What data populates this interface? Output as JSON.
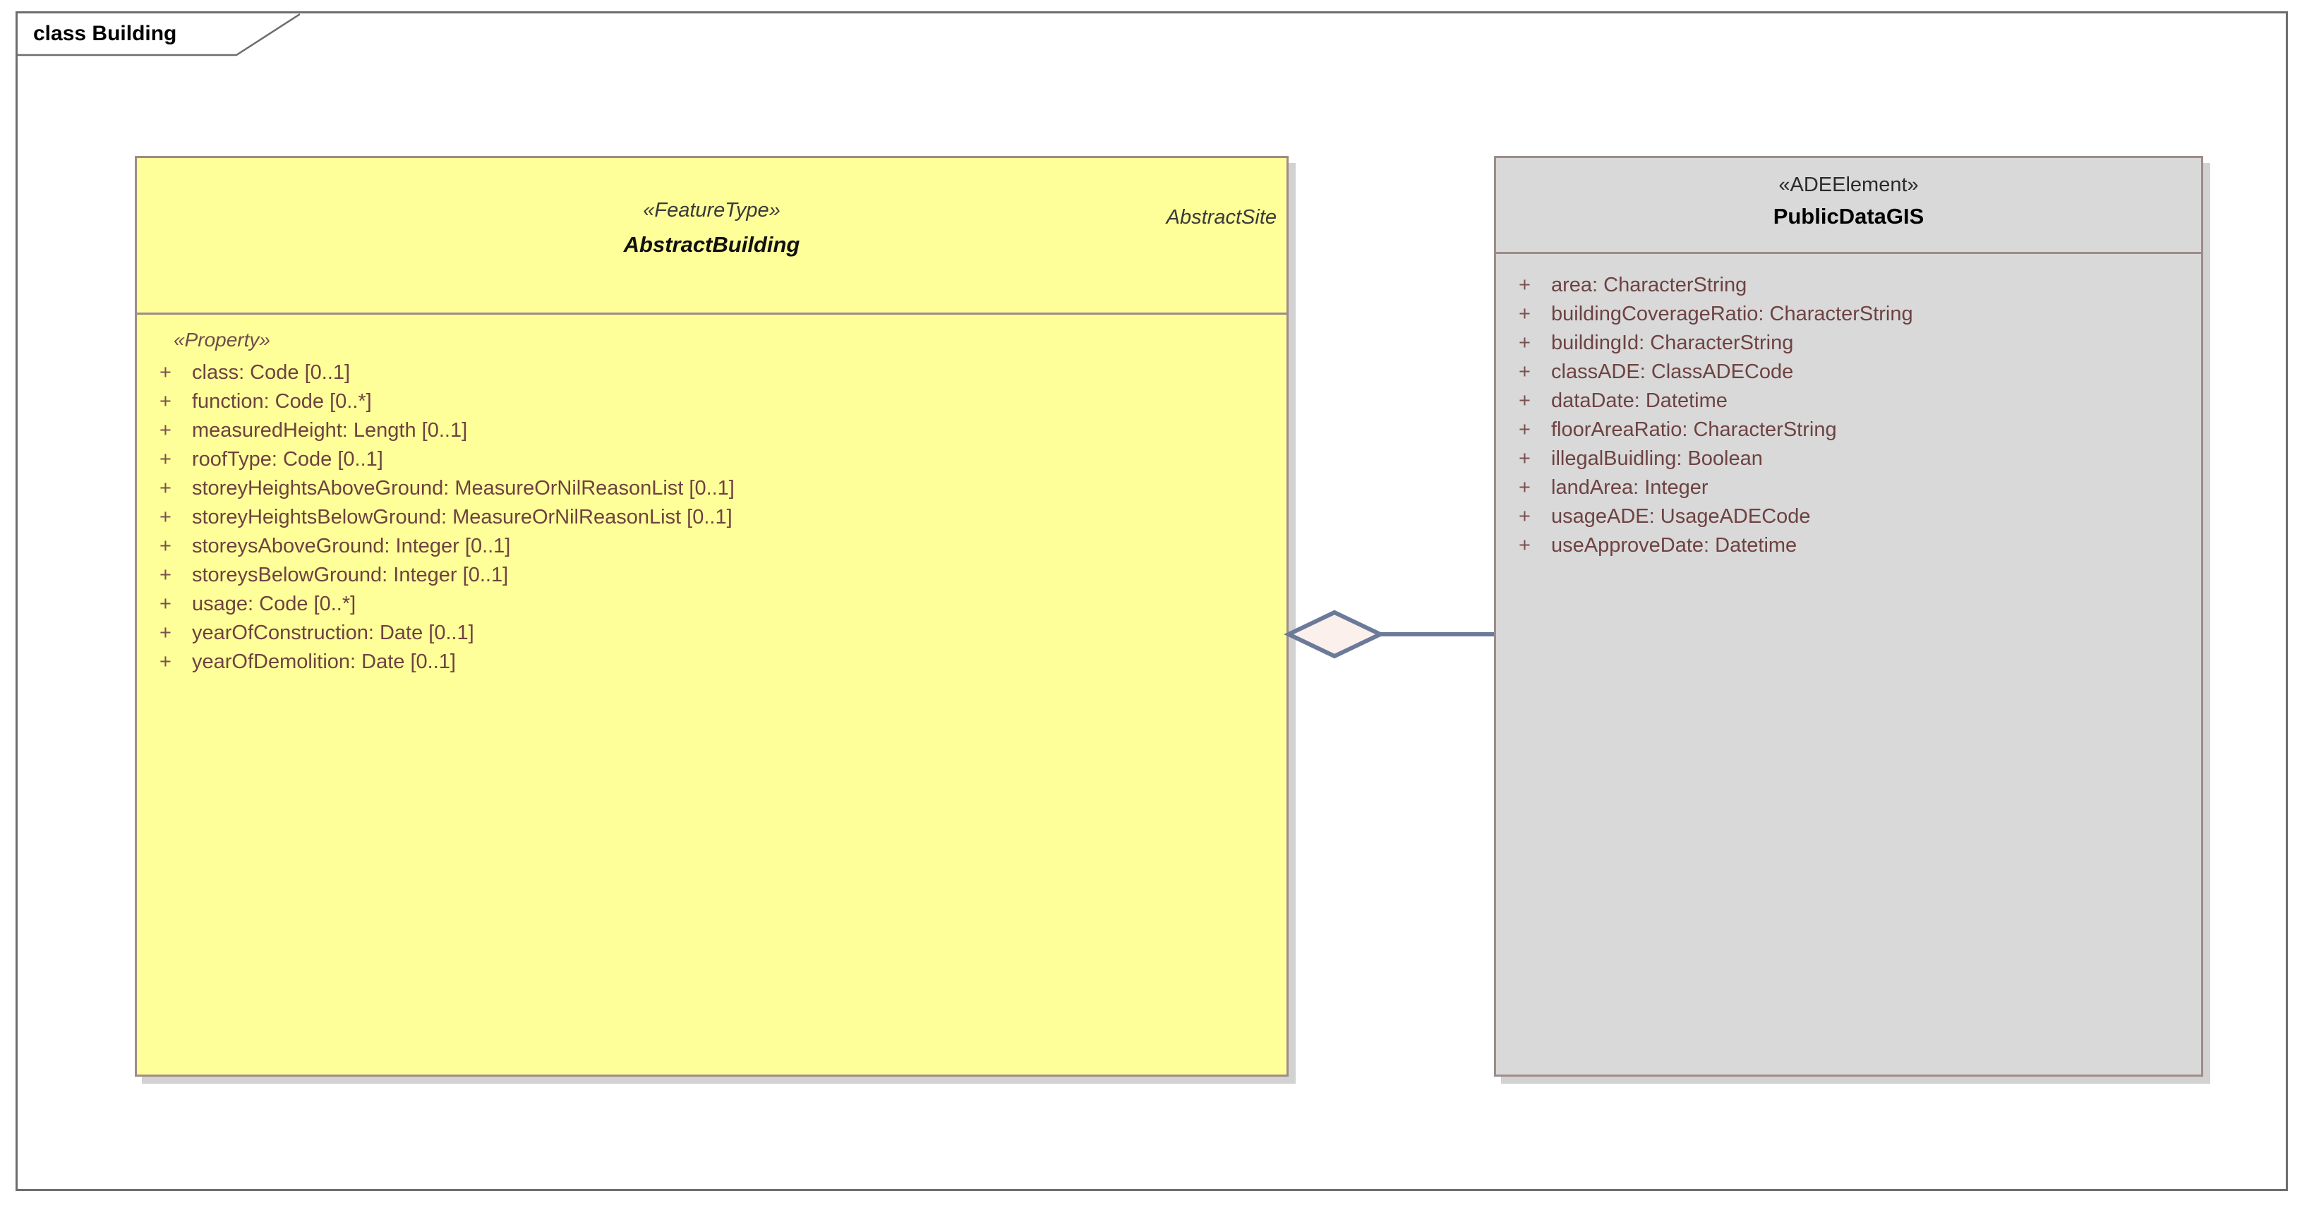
{
  "frame": {
    "label": "class Building",
    "kind": "uml-class-diagram-frame"
  },
  "classes": [
    {
      "id": "abstract-building",
      "qualified_name": "AbstractSite",
      "stereotype": "«FeatureType»",
      "name": "AbstractBuilding",
      "abstract": true,
      "fill_color": "#ffff99",
      "border_color": "#9f8b8b",
      "compartment_stereotype": "«Property»",
      "attributes": [
        {
          "visibility": "+",
          "text": "class: Code [0..1]"
        },
        {
          "visibility": "+",
          "text": "function: Code [0..*]"
        },
        {
          "visibility": "+",
          "text": "measuredHeight: Length [0..1]"
        },
        {
          "visibility": "+",
          "text": "roofType: Code [0..1]"
        },
        {
          "visibility": "+",
          "text": "storeyHeightsAboveGround: MeasureOrNilReasonList [0..1]"
        },
        {
          "visibility": "+",
          "text": "storeyHeightsBelowGround: MeasureOrNilReasonList [0..1]"
        },
        {
          "visibility": "+",
          "text": "storeysAboveGround: Integer [0..1]"
        },
        {
          "visibility": "+",
          "text": "storeysBelowGround: Integer [0..1]"
        },
        {
          "visibility": "+",
          "text": "usage: Code [0..*]"
        },
        {
          "visibility": "+",
          "text": "yearOfConstruction: Date [0..1]"
        },
        {
          "visibility": "+",
          "text": "yearOfDemolition: Date [0..1]"
        }
      ]
    },
    {
      "id": "public-data-gis",
      "qualified_name": "",
      "stereotype": "«ADEElement»",
      "name": "PublicDataGIS",
      "abstract": false,
      "fill_color": "#d9d9d9",
      "border_color": "#9f8b8b",
      "compartment_stereotype": "",
      "attributes": [
        {
          "visibility": "+",
          "text": "area: CharacterString"
        },
        {
          "visibility": "+",
          "text": "buildingCoverageRatio: CharacterString"
        },
        {
          "visibility": "+",
          "text": "buildingId: CharacterString"
        },
        {
          "visibility": "+",
          "text": "classADE: ClassADECode"
        },
        {
          "visibility": "+",
          "text": "dataDate: Datetime"
        },
        {
          "visibility": "+",
          "text": "floorAreaRatio: CharacterString"
        },
        {
          "visibility": "+",
          "text": "illegalBuidling: Boolean"
        },
        {
          "visibility": "+",
          "text": "landArea: Integer"
        },
        {
          "visibility": "+",
          "text": "usageADE: UsageADECode"
        },
        {
          "visibility": "+",
          "text": "useApproveDate: Datetime"
        }
      ]
    }
  ],
  "connector": {
    "type": "aggregation",
    "from": "abstract-building",
    "to": "public-data-gis",
    "line_color": "#6b7a99",
    "diamond_fill": "#fbf0ec"
  }
}
